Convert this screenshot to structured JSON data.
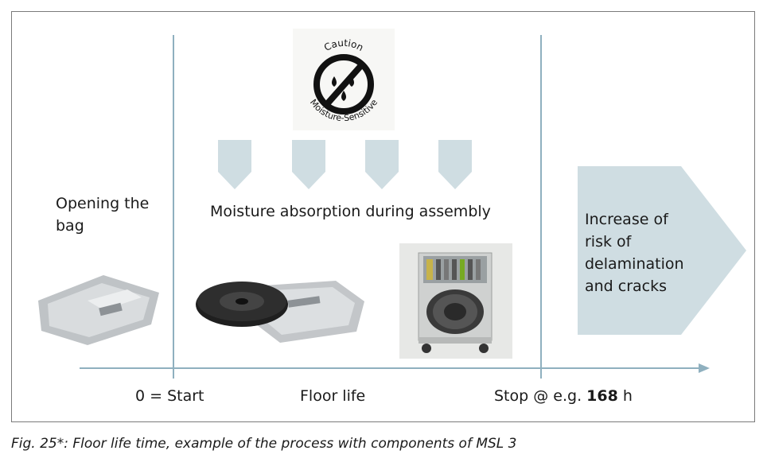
{
  "labels": {
    "opening": "Opening the bag",
    "absorption": "Moisture absorption during assembly",
    "risk": "Increase of risk of delamination and cracks",
    "start": "0 = Start",
    "floor": "Floor life",
    "stop_prefix": "Stop @ e.g.",
    "stop_value": "168",
    "stop_unit": "h"
  },
  "caution_icon": {
    "top_text": "Caution",
    "bottom_text": "Moisture-Sensitive"
  },
  "caption": "Fig. 25*: Floor life time, example of the process with components of MSL 3",
  "colors": {
    "arrow_fill": "#cfdde2",
    "line": "#8fb0bf",
    "axis": "#8fb0bf"
  }
}
